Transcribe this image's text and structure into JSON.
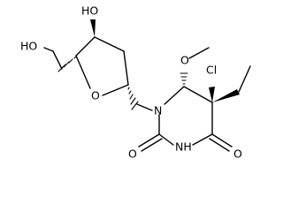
{
  "molecule": {
    "atom_labels": {
      "hydroxyl_3prime": "HO",
      "hydroxyl_5prime": "HO",
      "ring_oxygen": "O",
      "nitrogen_1": "N",
      "nitrogen_3": "NH",
      "oxygen_methoxy": "O",
      "chlorine": "Cl",
      "carbonyl_oxygen_2": "O",
      "carbonyl_oxygen_4": "O"
    },
    "colors": {
      "bond": "#000000",
      "label": "#000000",
      "background": "#ffffff"
    }
  }
}
